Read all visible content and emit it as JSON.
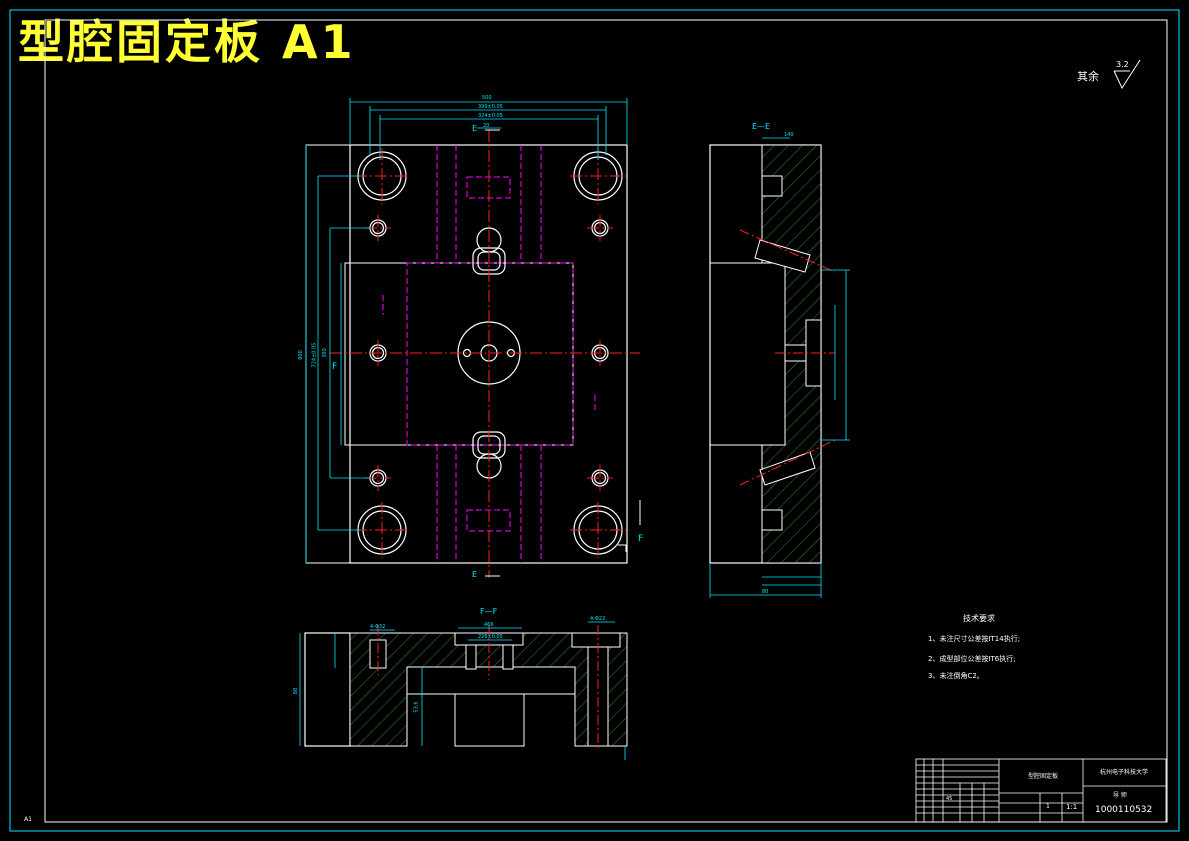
{
  "title": "型腔固定板 A1",
  "sheet_corner_label": "A1",
  "roughness": {
    "prefix": "其余",
    "value": "3.2"
  },
  "views": {
    "section_e": "E—E",
    "section_f": "F—F",
    "cut_e_top": "E",
    "cut_e_bottom": "E",
    "cut_f_left": "F",
    "cut_f_right": "F"
  },
  "dimensions": {
    "top_overall": "500",
    "top_inner1": "399±0.05",
    "top_inner2": "324±0.05",
    "top_center": "20",
    "left_overall": "800",
    "left_inner": "724±0.05",
    "left_mid": "390",
    "right_side_top": "140",
    "right_side_bottom": "80",
    "f_width": "466",
    "f_inner": "226±0.05",
    "f_height": "88",
    "f_depth": "53.6",
    "f_small1": "4-Φ32",
    "f_small2": "4-Φ22"
  },
  "tech_requirements": {
    "heading": "技术要求",
    "items": [
      "1、未注尺寸公差按IT14执行;",
      "2、成型部位公差按IT6执行;",
      "3、未注倒角C2。"
    ]
  },
  "title_block": {
    "part_name": "型腔固定板",
    "school": "杭州电子科技大学",
    "teacher_label": "导 师",
    "scale": "1:1",
    "count": "1",
    "material": "45",
    "number": "1000110532"
  },
  "colors": {
    "border": "#00e5ff",
    "outline": "#ffffff",
    "center_line": "#ff2020",
    "hidden_line": "#ff00ff",
    "dimension": "#00e5ff",
    "hatch": "#2e7d32",
    "title": "#ffff33"
  }
}
